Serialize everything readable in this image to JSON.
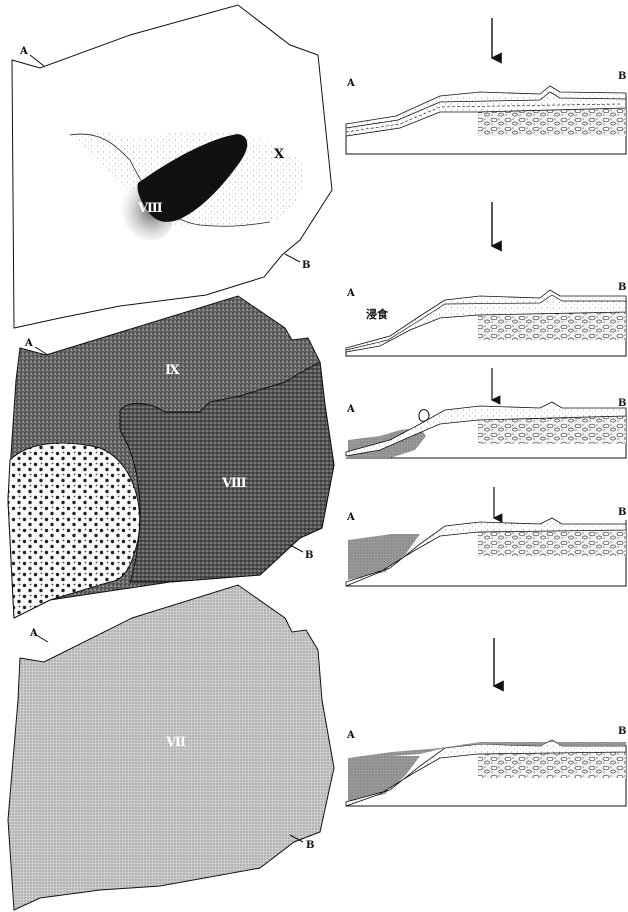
{
  "maps": [
    {
      "id": "map1",
      "point_a": "A",
      "point_b": "B",
      "unit_labels": [
        "Ⅹ",
        "Ⅷ"
      ]
    },
    {
      "id": "map2",
      "point_a": "A",
      "point_b": "B",
      "unit_labels": [
        "Ⅸ",
        "Ⅷ"
      ]
    },
    {
      "id": "map3",
      "point_a": "A",
      "point_b": "B",
      "unit_labels": [
        "Ⅶ"
      ]
    }
  ],
  "sections": [
    {
      "id": "s1",
      "left_label": "A",
      "right_label": "B",
      "annotation": ""
    },
    {
      "id": "s2",
      "left_label": "A",
      "right_label": "B",
      "annotation": "浸食"
    },
    {
      "id": "s3",
      "left_label": "A",
      "right_label": "B",
      "annotation": ""
    },
    {
      "id": "s4",
      "left_label": "A",
      "right_label": "B",
      "annotation": ""
    },
    {
      "id": "s5",
      "left_label": "A",
      "right_label": "B",
      "annotation": ""
    }
  ]
}
